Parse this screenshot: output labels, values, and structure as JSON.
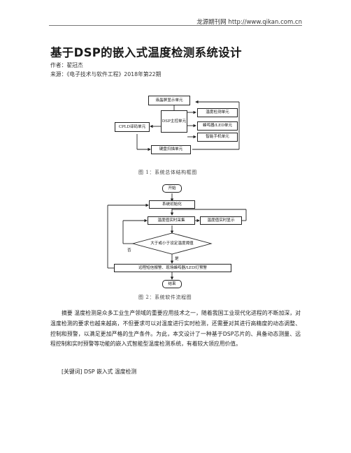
{
  "site": {
    "header": "龙源期刊网 http://www.qikan.com.cn"
  },
  "article": {
    "title": "基于DSP的嵌入式温度检测系统设计",
    "author": "作者：翟冠杰",
    "source": "来源：《电子技术与软件工程》2018年第22期",
    "abstract": "摘要 温度检测是众多工业生产领域的重要应用技术之一，随着我国工业现代化进程的不断加深，对温度检测的要求也越来越高，不但要求可以对温度进行实时检测，还需要对其进行高精度的动态调整、控制和预警，以满足更加严格的生产条件。为此，本文设计了一种基于DSP芯片的、具备动态测量、远程控制和实时预警等功能的嵌入式智能型温度检测系统，有着较大领应用价值。",
    "keywords": "[关键词]  DSP 嵌入式 温度检测"
  },
  "figure1": {
    "caption": "图 1：系统总体结构框图",
    "boxes": {
      "lcd": "液晶屏显示单元",
      "dsp": "DSP主控单元",
      "temp": "温度检测单元",
      "buzzer": "蜂鸣器/LED单元",
      "phone": "智能手机单元",
      "cpld": "CPLD译码单元",
      "keyboard": "键盘扫描单元"
    }
  },
  "figure2": {
    "caption": "图 2：系统软件流程图",
    "boxes": {
      "start": "开始",
      "init": "系统初始化",
      "collect": "温度值实时采集",
      "display": "温度值实时显示",
      "decision": "大于或小于设定温度阈值",
      "alarm": "远程短信报警、现场蜂鸣器/LED灯预警",
      "end": "结束"
    },
    "labels": {
      "no": "否",
      "yes": "是"
    }
  }
}
